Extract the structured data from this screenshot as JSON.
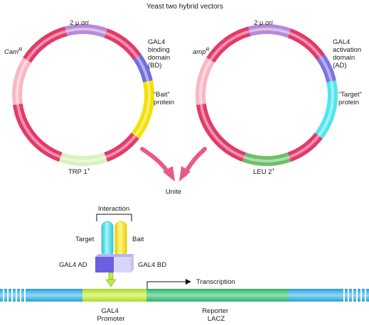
{
  "title": "Yeast two hybrid vectors",
  "colors": {
    "ring_main": "#e23a6a",
    "ring_light": "#f7b8c4",
    "bd_blue": "#6f6fe0",
    "ad_blue": "#7a74e4",
    "bait_yellow": "#f5e000",
    "target_cyan": "#4fe6ee",
    "trp_green": "#d8f2bf",
    "leu_green": "#6dbf6a",
    "ori_purple": "#b88ad8",
    "arrow_pink": "#e85a86",
    "dna_blue": "#4ab8e8",
    "promoter_green": "#bdea44",
    "reporter_green": "#3fbf7a"
  },
  "left_plasmid": {
    "ori_label_prefix": "2 μ",
    "ori_label_suffix": "ori",
    "marker_prefix": "Cam",
    "marker_sup": "R",
    "bd_line1": "GAL4",
    "bd_line2": "binding",
    "bd_line3": "domain",
    "bd_line4": "(BD)",
    "protein_line1": "“Bait”",
    "protein_line2": "protein",
    "selection": "TRP 1",
    "selection_sup": "+"
  },
  "right_plasmid": {
    "ori_label_prefix": "2 μ",
    "ori_label_suffix": "ori",
    "marker_prefix": "amp",
    "marker_sup": "R",
    "ad_line1": "GAL4",
    "ad_line2": "activation",
    "ad_line3": "domain",
    "ad_line4": "(AD)",
    "protein_line1": "“Target”",
    "protein_line2": "protein",
    "selection": "LEU 2",
    "selection_sup": "+"
  },
  "unite_label": "Unite",
  "complex": {
    "interaction_label": "Interaction",
    "target_label": "Target",
    "bait_label": "Bait",
    "ad_label": "GAL4 AD",
    "bd_label": "GAL4 BD"
  },
  "dna": {
    "transcription_label": "Transcription",
    "promoter_line1": "GAL4",
    "promoter_line2": "Promoter",
    "reporter_line1": "Reporter",
    "reporter_line2": "LACZ"
  }
}
